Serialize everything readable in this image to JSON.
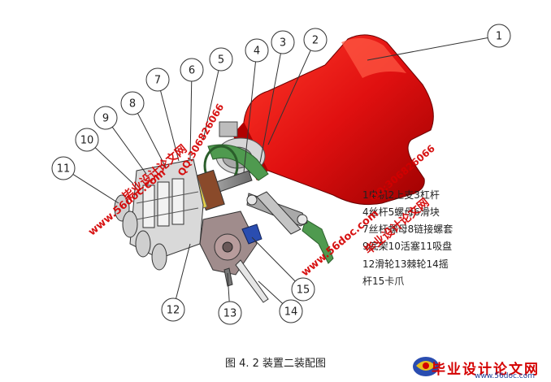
{
  "figure": {
    "caption": "图 4. 2 装置二装配图"
  },
  "callouts": [
    "1",
    "2",
    "3",
    "4",
    "5",
    "6",
    "7",
    "8",
    "9",
    "10",
    "11",
    "12",
    "13",
    "14",
    "15"
  ],
  "legend": {
    "lines": [
      "1电机2上支3杠杆",
      "4丝杆5螺母6滑块",
      "7丝杆螺母8链接螺套",
      "9底架10活塞11吸盘",
      "12滑轮13棘轮14摇",
      "杆15卡爪"
    ]
  },
  "watermarks": {
    "site_name": "毕业设计论文网",
    "url": "www.56doc.com",
    "qq": "QQ:306826066"
  },
  "footer": {
    "brand": "毕业设计论文网",
    "url": "www.56doc.com"
  },
  "colors": {
    "motor_red": "#e01010",
    "watermark_red": "#d40000",
    "frame_gray": "#8a8a8a",
    "bracket_green": "#4f9a4f",
    "url_blue": "#1a3f9a"
  }
}
